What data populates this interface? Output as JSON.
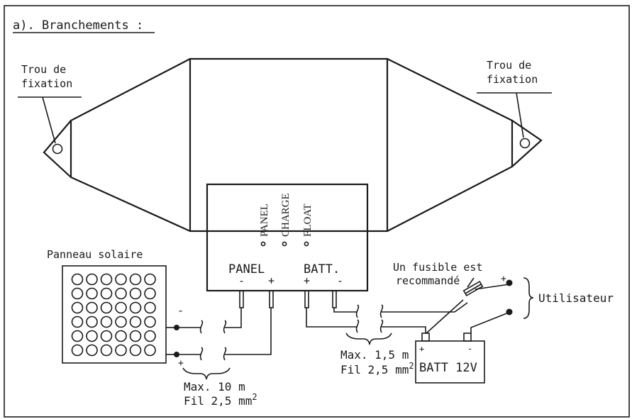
{
  "title": "a). Branchements :",
  "mount_left": {
    "line1": "Trou de",
    "line2": "fixation"
  },
  "mount_right": {
    "line1": "Trou de",
    "line2": "fixation"
  },
  "leds": [
    "PANEL",
    "CHARGE",
    "FLOAT"
  ],
  "terminals": {
    "panel_label": "PANEL",
    "batt_label": "BATT.",
    "minus": "-",
    "plus": "+"
  },
  "solar_panel": {
    "label": "Panneau solaire",
    "minus": "-",
    "plus": "+"
  },
  "panel_cable": {
    "length": "Max. 10 m",
    "wire": "Fil 2,5 mm",
    "wire_sup": "2"
  },
  "batt_cable": {
    "length": "Max. 1,5 m",
    "wire": "Fil 2,5 mm",
    "wire_sup": "2"
  },
  "fuse_note": {
    "line1": "Un fusible est",
    "line2": "recommandé"
  },
  "user": {
    "label": "Utilisateur",
    "plus": "+"
  },
  "battery": {
    "label": "BATT 12V",
    "plus": "+",
    "minus": "-"
  }
}
